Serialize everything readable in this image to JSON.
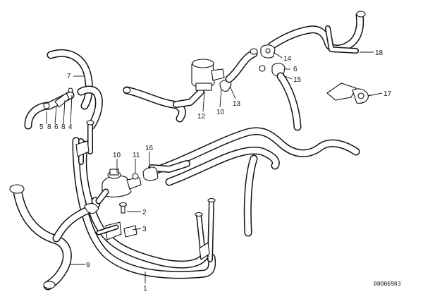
{
  "diagram": {
    "reference_number": "00006903",
    "callouts": [
      {
        "id": "c1",
        "text": "1"
      },
      {
        "id": "c2",
        "text": "2"
      },
      {
        "id": "c3",
        "text": "3"
      },
      {
        "id": "c4",
        "text": "4"
      },
      {
        "id": "c5",
        "text": "5"
      },
      {
        "id": "c6",
        "text": "6"
      },
      {
        "id": "c7",
        "text": "7"
      },
      {
        "id": "c8",
        "text": "8"
      },
      {
        "id": "c9",
        "text": "9"
      },
      {
        "id": "c10",
        "text": "10"
      },
      {
        "id": "c11",
        "text": "11"
      },
      {
        "id": "c12",
        "text": "12"
      },
      {
        "id": "c13",
        "text": "13"
      },
      {
        "id": "c14",
        "text": "14"
      },
      {
        "id": "c15",
        "text": "15"
      },
      {
        "id": "c16",
        "text": "16"
      },
      {
        "id": "c17",
        "text": "17"
      },
      {
        "id": "c18",
        "text": "18"
      }
    ]
  }
}
